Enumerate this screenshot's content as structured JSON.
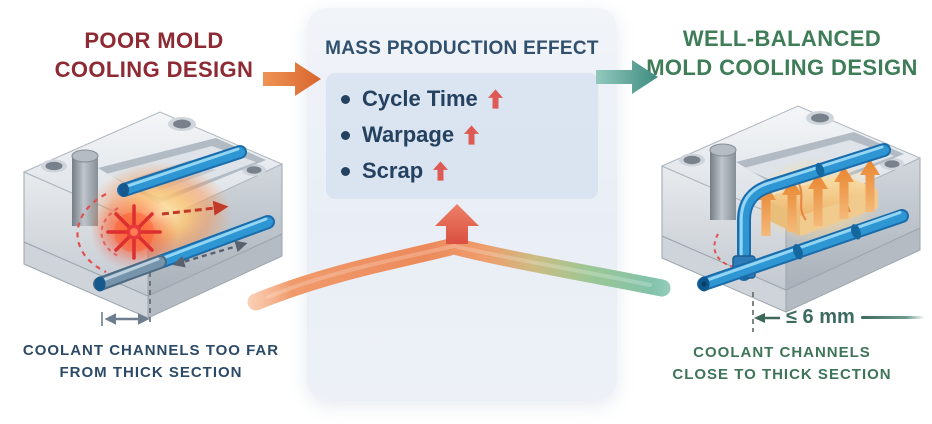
{
  "left_panel": {
    "title_line1": "POOR MOLD",
    "title_line2": "COOLING DESIGN",
    "caption_line1": "COOLANT CHANNELS TOO FAR",
    "caption_line2": "FROM THICK SECTION"
  },
  "center_panel": {
    "title": "MASS PRODUCTION EFFECT",
    "items": [
      {
        "label": "Cycle Time",
        "trend": "increase"
      },
      {
        "label": "Warpage",
        "trend": "increase"
      },
      {
        "label": "Scrap",
        "trend": "increase"
      }
    ]
  },
  "right_panel": {
    "title_line1": "WELL-BALANCED",
    "title_line2": "MOLD COOLING DESIGN",
    "measurement_label": "≤ 6 mm",
    "caption_line1": "COOLANT CHANNELS",
    "caption_line2": "CLOSE TO THICK SECTION"
  },
  "icons": {
    "flow_left": "right-arrow",
    "flow_right": "right-arrow",
    "trend": "up-arrow",
    "feedback": "up-arrow",
    "ribbon": "gradient-flow-ribbon",
    "hot_spot": "heat-burst",
    "distance": "double-headed-arrow"
  },
  "colors": {
    "poor_title": "#8e2a33",
    "balanced_title": "#3f7c58",
    "panel_title": "#31506e",
    "item_text": "#24415f",
    "increase_arrow": "#dd5a55",
    "flow_arrow_orange": "#d8652c",
    "flow_arrow_teal": "#3e8c80",
    "left_caption": "#2c4a67",
    "right_caption": "#3e7458",
    "measurement": "#3c6a5e"
  }
}
